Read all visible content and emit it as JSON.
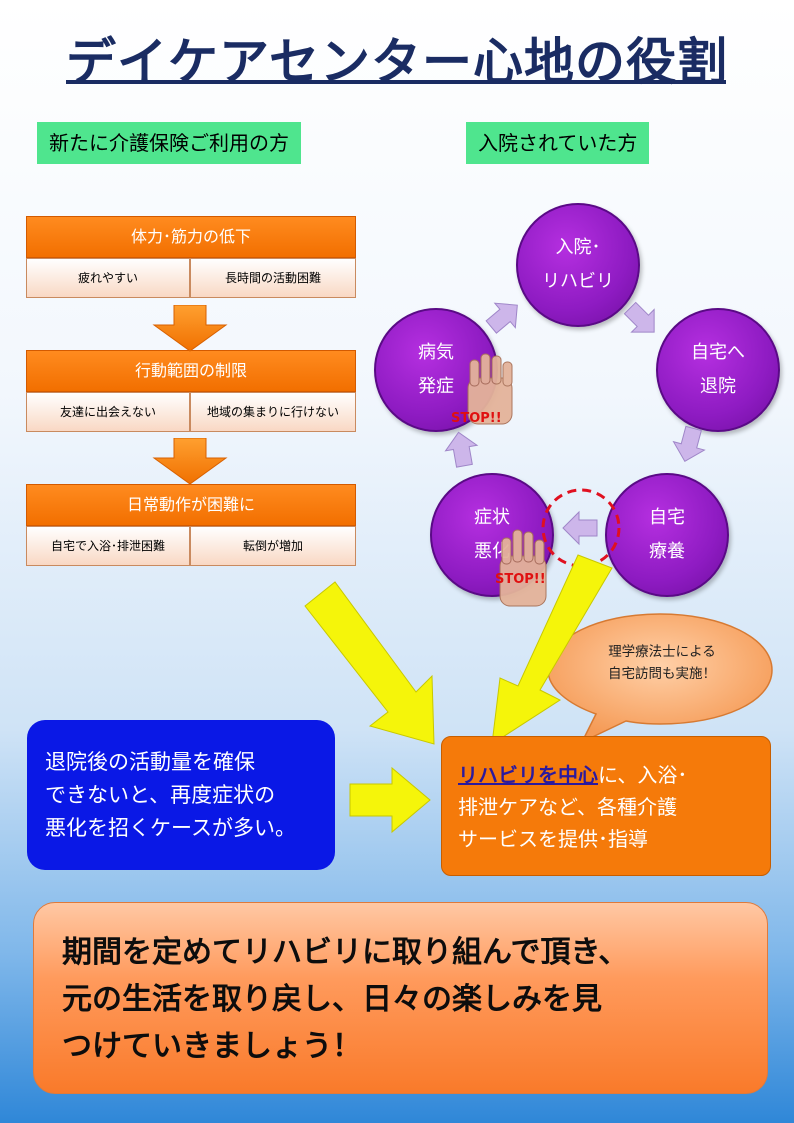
{
  "title": "デイケアセンター心地の役割",
  "labels": {
    "new_users": "新たに介護保険ご利用の方",
    "hospitalized": "入院されていた方"
  },
  "flow": [
    {
      "head": "体力･筋力の低下",
      "left": "疲れやすい",
      "right": "長時間の活動困難"
    },
    {
      "head": "行動範囲の制限",
      "left": "友達に出会えない",
      "right": "地域の集まりに行けない"
    },
    {
      "head": "日常動作が困難に",
      "left": "自宅で入浴･排泄困難",
      "right": "転倒が増加"
    }
  ],
  "cycle": {
    "top": [
      "入院･",
      "リハビリ"
    ],
    "right": [
      "自宅へ",
      "退院"
    ],
    "bottom_right": [
      "自宅",
      "療養"
    ],
    "bottom_left": [
      "症状",
      "悪化"
    ],
    "left": [
      "病気",
      "発症"
    ]
  },
  "stop_label": "STOP!!",
  "bubble": [
    "理学療法士による",
    "自宅訪問も実施！"
  ],
  "blue_box": [
    "退院後の活動量を確保",
    "できないと、再度症状の",
    "悪化を招くケースが多い。"
  ],
  "orange_box": {
    "highlight": "リハビリを中心",
    "line1_rest": "に、入浴･",
    "line2": "排泄ケアなど、各種介護",
    "line3": "サービスを提供･指導"
  },
  "bottom_box": [
    "期間を定めてリハビリに取り組んで頂き、",
    "元の生活を取り戻し、日々の楽しみを見",
    "つけていきましょう！"
  ],
  "colors": {
    "title": "#1a2c63",
    "green_label": "#4fe58e",
    "flow_orange": "#f26f00",
    "circle_purple": "#8e1bc2",
    "arrow_lavender": "#c8b0e8",
    "yellow_arrow": "#f5f50a",
    "blue_box": "#0a18e6",
    "orange_box": "#f57a0a",
    "stop_red": "#e01010"
  }
}
